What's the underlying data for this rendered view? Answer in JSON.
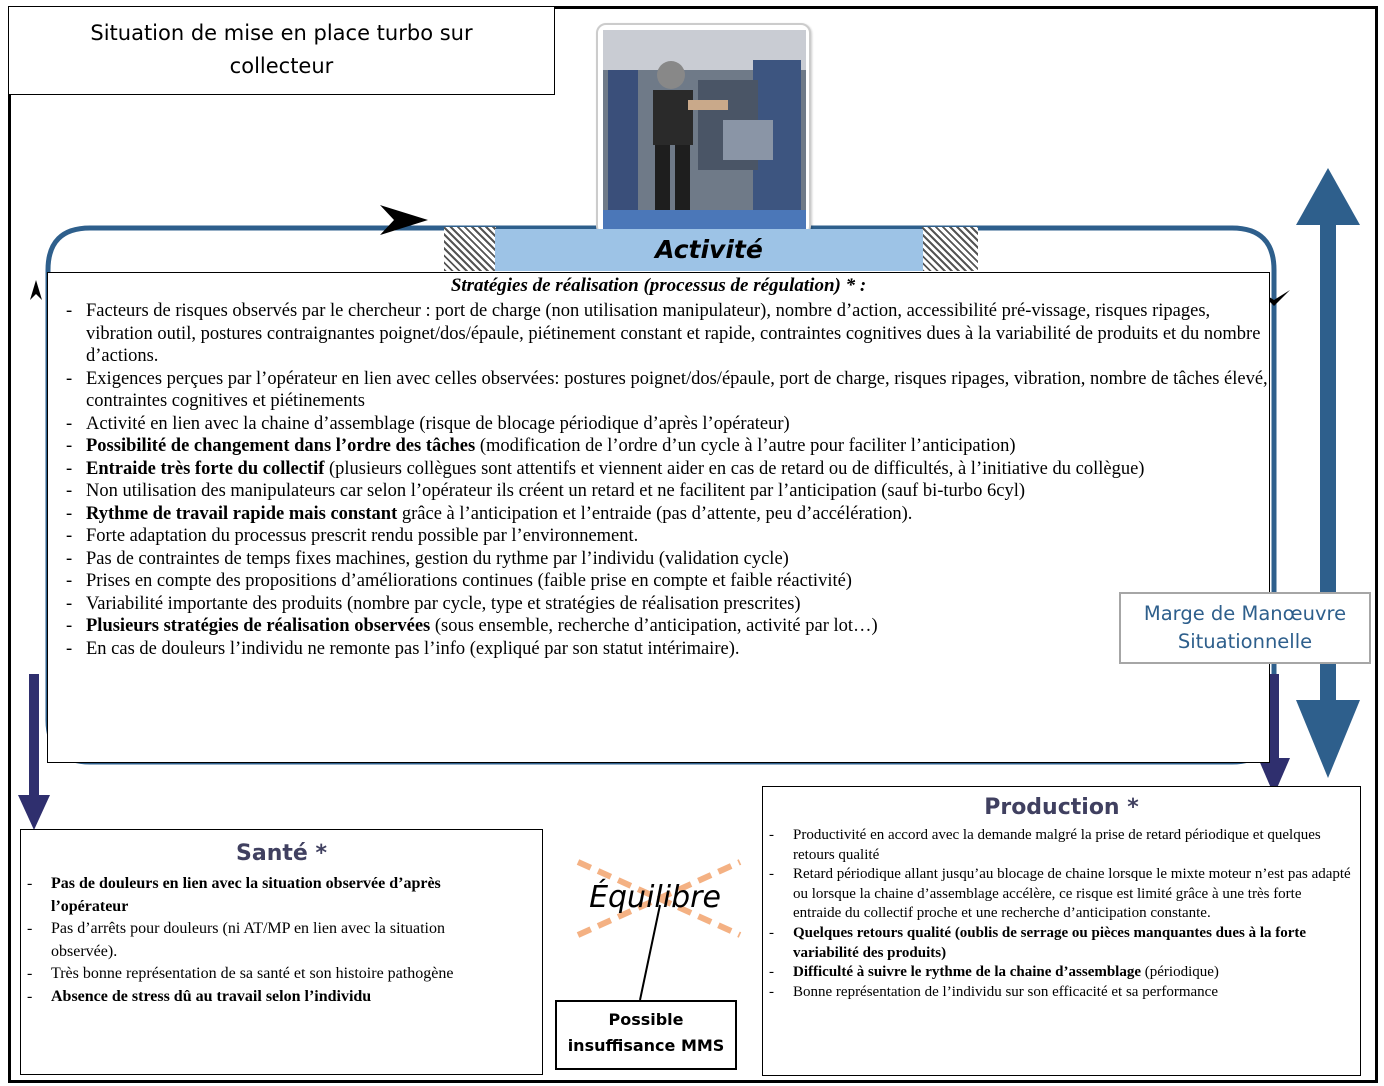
{
  "title": {
    "line1": "Situation de mise en place turbo sur",
    "line2": "collecteur"
  },
  "activity": {
    "banner": "Activité",
    "heading": "Stratégies de réalisation (processus de régulation) * :",
    "items": [
      {
        "bold": "",
        "text": "Facteurs de risques observés par le chercheur : port de charge (non utilisation manipulateur), nombre d’action, accessibilité pré-vissage, risques ripages, vibration outil, postures contraignantes poignet/dos/épaule, piétinement constant et rapide, contraintes cognitives dues à la variabilité de produits et du nombre d’actions."
      },
      {
        "bold": "",
        "text": "Exigences perçues par l’opérateur en lien avec celles observées: postures poignet/dos/épaule, port de charge, risques ripages, vibration, nombre de tâches élevé, contraintes cognitives et piétinements"
      },
      {
        "bold": "",
        "text": "Activité en lien avec la chaine d’assemblage (risque de blocage périodique d’après l’opérateur)"
      },
      {
        "bold": "Possibilité de changement dans l’ordre des tâches",
        "text": " (modification de l’ordre d’un cycle à l’autre pour faciliter l’anticipation)"
      },
      {
        "bold": "Entraide très forte du collectif",
        "text": " (plusieurs collègues sont attentifs et viennent aider en cas de retard ou de difficultés, à l’initiative du collègue)"
      },
      {
        "bold": "",
        "text": "Non utilisation des manipulateurs car selon l’opérateur ils créent un retard et ne facilitent par l’anticipation (sauf bi-turbo 6cyl)"
      },
      {
        "bold": "Rythme de travail rapide mais constant",
        "text": " grâce à l’anticipation et l’entraide (pas d’attente, peu d’accélération)."
      },
      {
        "bold": "",
        "text": "Forte adaptation du processus prescrit rendu possible par l’environnement."
      },
      {
        "bold": "",
        "text": "Pas de contraintes de temps fixes machines, gestion du rythme par l’individu (validation cycle)"
      },
      {
        "bold": "",
        "text": "Prises en compte des propositions d’améliorations continues (faible prise en compte et faible réactivité)"
      },
      {
        "bold": "",
        "text": "Variabilité importante des produits (nombre par cycle, type et stratégies de réalisation prescrites)"
      },
      {
        "bold": "Plusieurs stratégies de réalisation observées",
        "text": " (sous ensemble, recherche d’anticipation, activité par lot…)"
      },
      {
        "bold": "",
        "text": "En cas de douleurs l’individu ne remonte pas l’info (expliqué par son statut intérimaire)."
      }
    ]
  },
  "mms": {
    "line1": "Marge de Manœuvre",
    "line2": "Situationnelle"
  },
  "sante": {
    "title": "Santé *",
    "items": [
      {
        "bold": "Pas de douleurs en lien avec la situation observée d’après l’opérateur",
        "text": ""
      },
      {
        "bold": "",
        "text": "Pas d’arrêts pour douleurs (ni AT/MP en lien avec la situation observée)."
      },
      {
        "bold": "",
        "text": "Très bonne représentation de sa santé et son histoire pathogène"
      },
      {
        "bold": "Absence de stress dû au travail selon l’individu",
        "text": ""
      }
    ]
  },
  "production": {
    "title": "Production *",
    "items": [
      {
        "bold": "",
        "text": "Productivité en accord avec la demande malgré la prise de retard périodique et quelques retours qualité"
      },
      {
        "bold": "",
        "text": "Retard périodique allant jusqu’au blocage de chaine lorsque le mixte moteur n’est pas adapté ou lorsque la chaine d’assemblage accélère, ce risque est limité grâce à une très forte entraide du collectif proche et une recherche d’anticipation constante."
      },
      {
        "bold": "Quelques retours qualité (oublis de serrage ou pièces manquantes dues à la forte variabilité des produits)",
        "text": ""
      },
      {
        "bold": "Difficulté à suivre le rythme de la chaine d’assemblage",
        "text": " (périodique)"
      },
      {
        "bold": "",
        "text": "Bonne représentation de l’individu sur son efficacité et sa performance"
      }
    ]
  },
  "equilibre": {
    "label": "Équilibre"
  },
  "insufficiency": {
    "line1": "Possible",
    "line2": "insuffisance MMS"
  },
  "colors": {
    "loop": "#2e5f8c",
    "down_arrows": "#2f2f6e",
    "banner": "#9dc3e6",
    "cross": "#f4b183",
    "mms_text": "#2e5f8c",
    "box_title": "#404060"
  }
}
